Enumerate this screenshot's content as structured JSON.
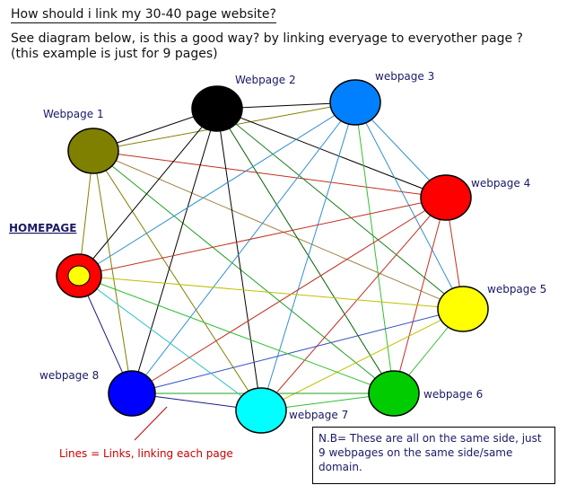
{
  "header": {
    "title": "How should i link my 30-40 page website?",
    "question_line1": "See diagram below, is this a good way? by linking everyage to everyother page ?",
    "question_line2": "(this example is just for 9 pages)"
  },
  "diagram": {
    "homepage_label": "HOMEPAGE",
    "links_note": "Lines = Links, linking each page",
    "nb_text": "N.B= These are all on the same side, just 9 webpages on the same side/same domain.",
    "nodes": [
      {
        "id": "webpage1",
        "label": "Webpage 1",
        "fill": "#808000"
      },
      {
        "id": "webpage2",
        "label": "Webpage 2",
        "fill": "#000000"
      },
      {
        "id": "webpage3",
        "label": "webpage 3",
        "fill": "#0080ff"
      },
      {
        "id": "webpage4",
        "label": "webpage 4",
        "fill": "#ff0000"
      },
      {
        "id": "webpage5",
        "label": "webpage 5",
        "fill": "#ffff00"
      },
      {
        "id": "webpage6",
        "label": "webpage 6",
        "fill": "#00cc00"
      },
      {
        "id": "webpage7",
        "label": "webpage 7",
        "fill": "#00ffff"
      },
      {
        "id": "webpage8",
        "label": "webpage 8",
        "fill": "#0000ff"
      },
      {
        "id": "homepage",
        "label": "",
        "fill": "#ff0000",
        "inner_fill": "#ffff00"
      }
    ]
  }
}
